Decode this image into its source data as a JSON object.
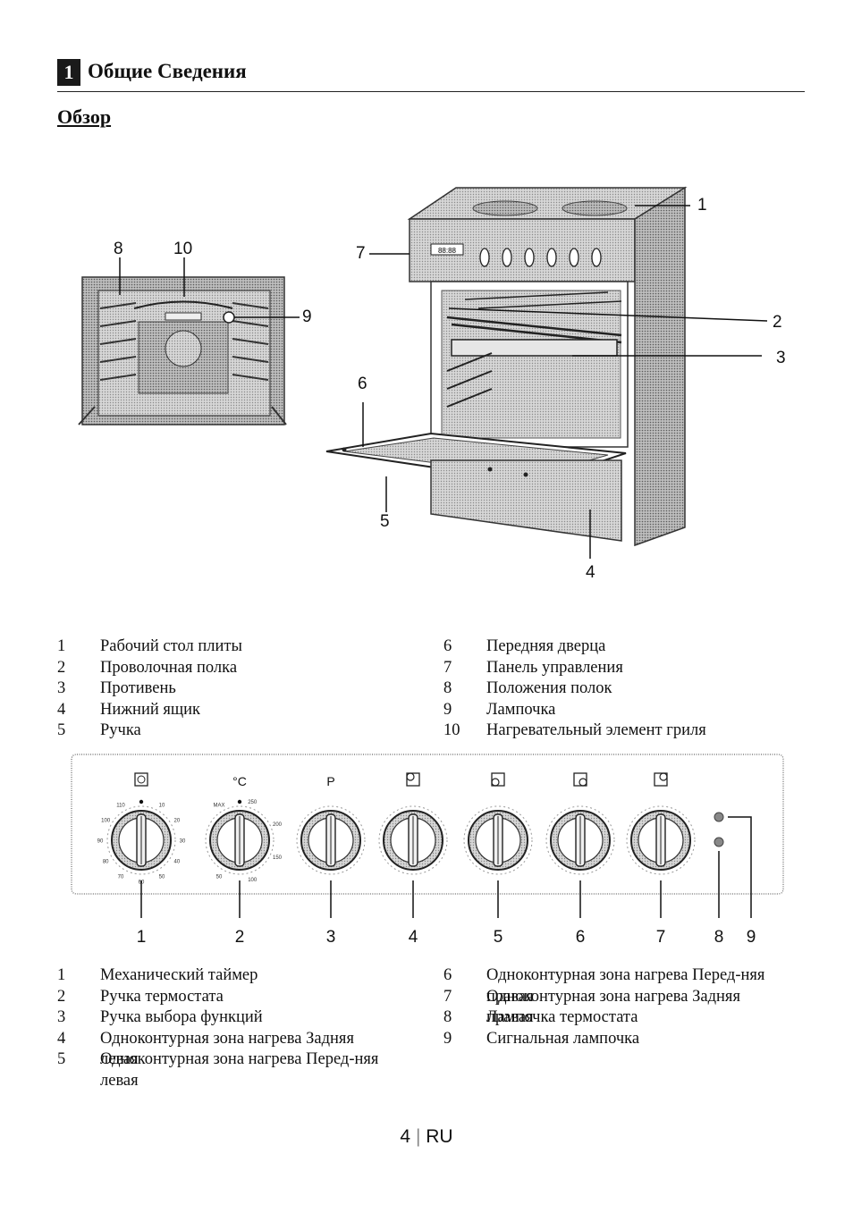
{
  "header": {
    "section_number": "1",
    "section_title": "Общие Сведения",
    "subtitle": "Обзор"
  },
  "figure1": {
    "callouts": [
      "1",
      "2",
      "3",
      "4",
      "5",
      "6",
      "7",
      "8",
      "9",
      "10"
    ],
    "display_text": "88:88"
  },
  "legend1_left": [
    {
      "num": "1",
      "text": "Рабочий стол плиты"
    },
    {
      "num": "2",
      "text": "Проволочная полка"
    },
    {
      "num": "3",
      "text": "Противень"
    },
    {
      "num": "4",
      "text": "Нижний ящик"
    },
    {
      "num": "5",
      "text": "Ручка"
    }
  ],
  "legend1_right": [
    {
      "num": "6",
      "text": "Передняя дверца"
    },
    {
      "num": "7",
      "text": "Панель управления"
    },
    {
      "num": "8",
      "text": "Положения полок"
    },
    {
      "num": "9",
      "text": "Лампочка"
    },
    {
      "num": "10",
      "text": "Нагревательный элемент гриля"
    }
  ],
  "figure2": {
    "knob_symbols": [
      "⏲",
      "°C",
      "P",
      "",
      "",
      "",
      ""
    ],
    "timer_scale": [
      "10",
      "20",
      "30",
      "40",
      "50",
      "60",
      "70",
      "80",
      "90",
      "100",
      "110"
    ],
    "thermo_scale": [
      "50",
      "100",
      "150",
      "200",
      "250",
      "MAX"
    ],
    "callouts": [
      "1",
      "2",
      "3",
      "4",
      "5",
      "6",
      "7",
      "8",
      "9"
    ]
  },
  "legend2_left": [
    {
      "num": "1",
      "text": "Механический таймер"
    },
    {
      "num": "2",
      "text": "Ручка термостата"
    },
    {
      "num": "3",
      "text": "Ручка выбора функций"
    },
    {
      "num": "4",
      "text": "Одноконтурная зона нагрева Задняя левая"
    },
    {
      "num": "5",
      "text": "Одноконтурная зона нагрева Перед-няя левая"
    }
  ],
  "legend2_right": [
    {
      "num": "6",
      "text": "Одноконтурная зона нагрева Перед-няя правая"
    },
    {
      "num": "7",
      "text": "Одноконтурная зона нагрева Задняя правая"
    },
    {
      "num": "8",
      "text": "Лампочка термостата"
    },
    {
      "num": "9",
      "text": "Сигнальная лампочка"
    }
  ],
  "footer": {
    "page": "4",
    "lang": "RU"
  }
}
